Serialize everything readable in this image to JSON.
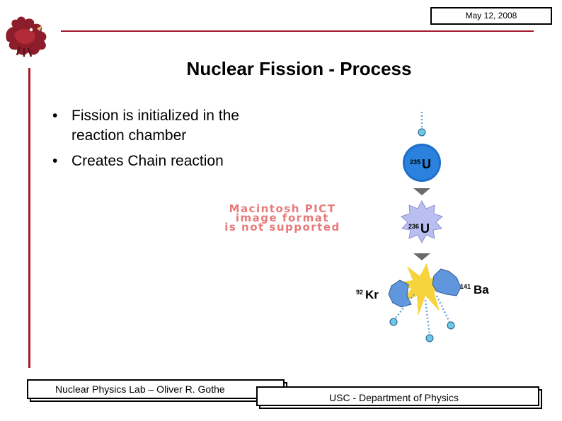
{
  "header": {
    "date": "May 12, 2008"
  },
  "slide": {
    "title": "Nuclear Fission - Process",
    "bullets": [
      "Fission is initialized in the reaction chamber",
      "Creates Chain reaction"
    ],
    "bullet_glyph": "•"
  },
  "placeholder": {
    "lines": [
      "Macintosh PICT",
      "image format",
      "is not supported"
    ]
  },
  "diagram": {
    "u235": {
      "mass": "235",
      "symbol": "U"
    },
    "u236": {
      "mass": "236",
      "symbol": "U"
    },
    "kr": {
      "mass": "92",
      "symbol": "Kr"
    },
    "ba": {
      "mass": "141",
      "symbol": "Ba"
    }
  },
  "footer": {
    "left": "Nuclear Physics Lab – Oliver R. Gothe",
    "right": "USC - Department of Physics"
  },
  "colors": {
    "accent": "#a6192e",
    "nucleus_blue": "#1e6fc8",
    "neutron": "#6fc8e6",
    "excited": "#b9bff0",
    "flash": "#f7d33c"
  }
}
